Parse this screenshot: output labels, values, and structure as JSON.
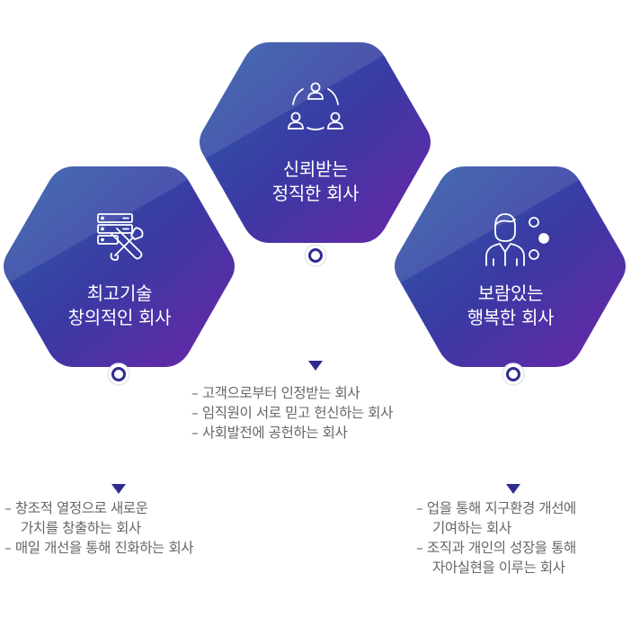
{
  "values": [
    {
      "id": "creative",
      "icon": "server-tools-icon",
      "title_lines": [
        "최고기술",
        "창의적인 회사"
      ],
      "details": [
        {
          "text": "– 창조적 열정으로 새로운",
          "indent": false
        },
        {
          "text": "가치를 창출하는 회사",
          "indent": true
        },
        {
          "text": "– 매일 개선을 통해 진화하는 회사",
          "indent": false
        }
      ]
    },
    {
      "id": "trusted",
      "icon": "people-network-icon",
      "title_lines": [
        "신뢰받는",
        "정직한 회사"
      ],
      "details": [
        {
          "text": "– 고객으로부터 인정받는 회사",
          "indent": false
        },
        {
          "text": "– 임직원이 서로 믿고 헌신하는 회사",
          "indent": false
        },
        {
          "text": "– 사회발전에 공헌하는 회사",
          "indent": false
        }
      ]
    },
    {
      "id": "happy",
      "icon": "person-bubbles-icon",
      "title_lines": [
        "보람있는",
        "행복한 회사"
      ],
      "details": [
        {
          "text": "– 업을 통해 지구환경 개선에",
          "indent": false
        },
        {
          "text": "기여하는 회사",
          "indent": true
        },
        {
          "text": "– 조직과 개인의 성장을 통해",
          "indent": false
        },
        {
          "text": "자아실현을 이루는 회사",
          "indent": true
        }
      ]
    }
  ],
  "colors": {
    "gradient_start": "#2f5fa8",
    "gradient_mid": "#3a3aa3",
    "gradient_end": "#6b25a8",
    "connector_top": "#3448a8",
    "connector_bottom": "#5a2a9e",
    "marker": "#2e2c8f",
    "text": "#666666"
  }
}
